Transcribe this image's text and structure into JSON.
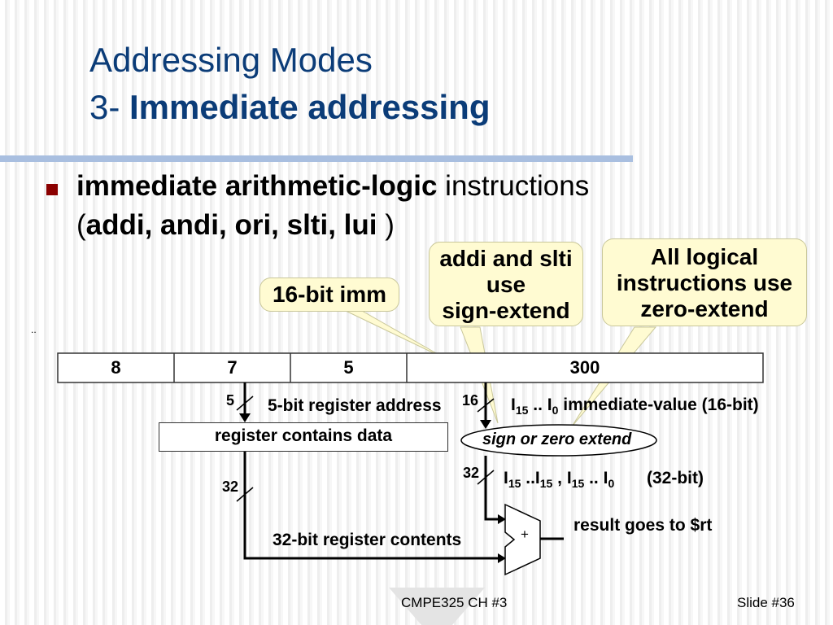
{
  "slide": {
    "title_line1": "Addressing Modes",
    "title_line2_prefix": "3- ",
    "title_line2_bold": "Immediate addressing",
    "bullet": {
      "bold_part": "immediate arithmetic-logic",
      "normal_part": " instructions",
      "paren_open": "(",
      "instructions": "addi, andi, ori, slti, lui",
      "paren_close": " )"
    },
    "stray_mark": ".."
  },
  "callouts": {
    "imm16": "16-bit imm",
    "sign_extend": [
      "addi and slti",
      "use",
      "sign-extend"
    ],
    "zero_extend": [
      "All logical",
      "instructions use",
      "zero-extend"
    ]
  },
  "instruction_fields": [
    "8",
    "7",
    "5",
    "300"
  ],
  "labels": {
    "rs_width": "5",
    "rs_desc": "5-bit register address",
    "imm_width": "16",
    "imm_desc_I": "I",
    "imm_desc_15": "15",
    "imm_desc_mid": " .. I",
    "imm_desc_0": "0",
    "imm_desc_tail": " immediate-value (16-bit)",
    "register_box": "register contains data",
    "extend_ellipse": "sign or zero extend",
    "ext_width": "32",
    "ext_I1": "I",
    "ext_s1": "15",
    "ext_m1": " ..I",
    "ext_s2": "15",
    "ext_m2": " , I",
    "ext_s3": "15",
    "ext_m3": " .. I",
    "ext_s4": "0",
    "ext_tail": "(32-bit)",
    "reg_width": "32",
    "reg_contents": "32-bit register contents",
    "alu_op": "+",
    "result": "result goes to $rt"
  },
  "footer": {
    "course": "CMPE325 CH #3",
    "slide_no": "Slide #36"
  }
}
